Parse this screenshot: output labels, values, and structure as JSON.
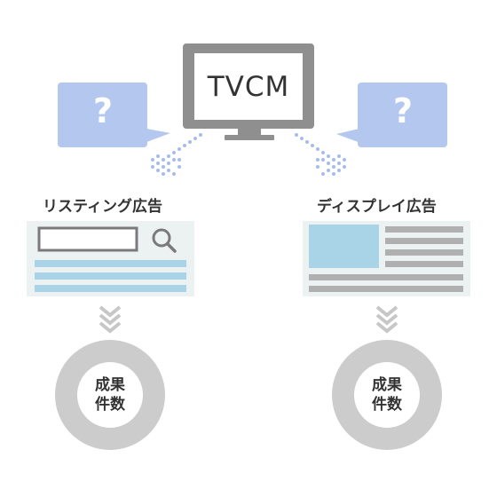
{
  "tv": {
    "label": "TVCM"
  },
  "bubbles": {
    "left_mark": "?",
    "right_mark": "?"
  },
  "listing": {
    "title": "リスティング広告",
    "result_line1": "成果",
    "result_line2": "件数"
  },
  "display": {
    "title": "ディスプレイ広告",
    "result_line1": "成果",
    "result_line2": "件数"
  },
  "colors": {
    "monitor_gray": "#8f8f8f",
    "bubble_blue": "#b4c8ef",
    "dot_blue": "#a7bde8",
    "panel_bg": "#ecf2f1",
    "bar_blue": "#a9d4e8",
    "bar_gray": "#b0b0b0",
    "ring_gray": "#cccccc",
    "chevron_gray": "#c7c7c7"
  },
  "icons": [
    "question-bubble-icon",
    "tv-monitor-icon",
    "search-icon",
    "chevron-down-icon"
  ]
}
